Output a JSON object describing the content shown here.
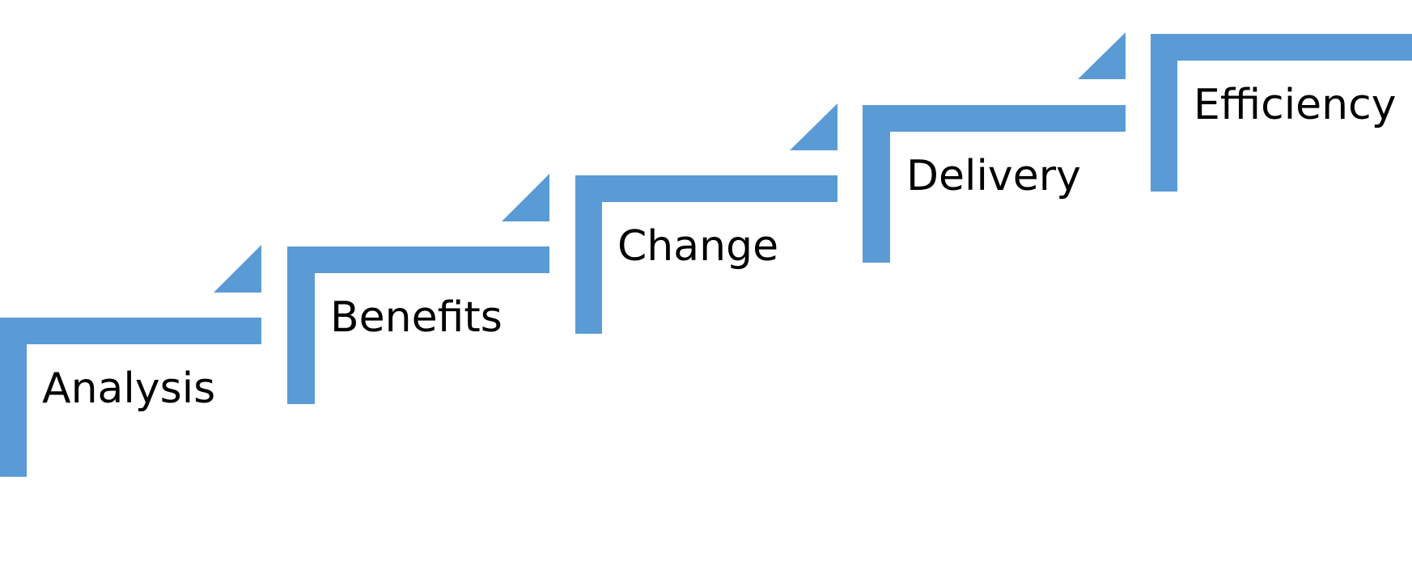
{
  "diagram": {
    "accent_color": "#5b9bd5",
    "text_color": "#000000",
    "steps": [
      {
        "label": "Analysis"
      },
      {
        "label": "Benefits"
      },
      {
        "label": "Change"
      },
      {
        "label": "Delivery"
      },
      {
        "label": "Efficiency"
      }
    ]
  }
}
